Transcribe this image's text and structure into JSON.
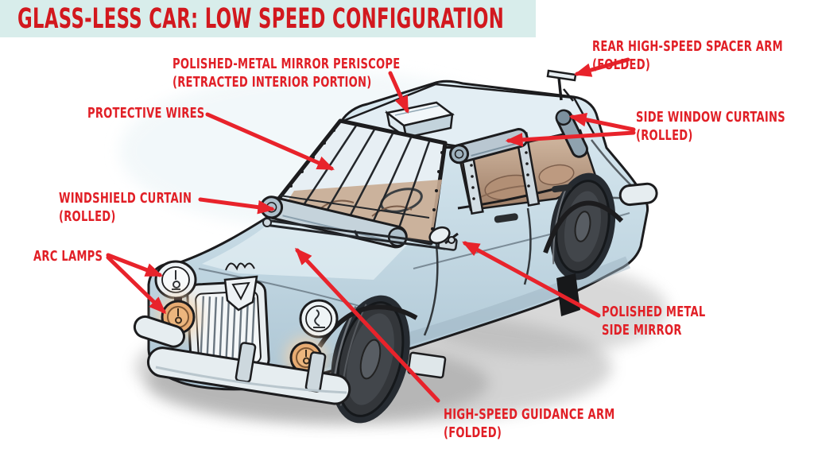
{
  "title": "GLASS-LESS CAR: LOW SPEED CONFIGURATION",
  "colors": {
    "banner_bg": "#d8edeb",
    "title_red": "#d2181e",
    "label_red": "#e11f26",
    "arrow_red": "#e8232b",
    "car_body_blue": "#c6dae6",
    "interior_tan": "#c8ab92",
    "arc_lamp_orange": "#e7ab72",
    "shadow_gray": "#9f9f9f"
  },
  "annotations": {
    "periscope": {
      "line1": "POLISHED-METAL MIRROR PERISCOPE",
      "line2": "(RETRACTED INTERIOR PORTION)"
    },
    "rear_spacer": {
      "line1": "REAR HIGH-SPEED SPACER ARM",
      "line2": "(FOLDED)"
    },
    "protective_wires": {
      "line1": "PROTECTIVE WIRES"
    },
    "side_curtains": {
      "line1": "SIDE WINDOW CURTAINS",
      "line2": "(ROLLED)"
    },
    "windshield_curtain": {
      "line1": "WINDSHIELD CURTAIN",
      "line2": "(ROLLED)"
    },
    "arc_lamps": {
      "line1": "ARC LAMPS"
    },
    "side_mirror": {
      "line1": "POLISHED METAL",
      "line2": "SIDE MIRROR"
    },
    "guidance_arm": {
      "line1": "HIGH-SPEED GUIDANCE ARM",
      "line2": "(FOLDED)"
    }
  },
  "illustration": {
    "subject": "Hand-drawn glass-less vintage car, front three-quarter view, low speed configuration"
  }
}
